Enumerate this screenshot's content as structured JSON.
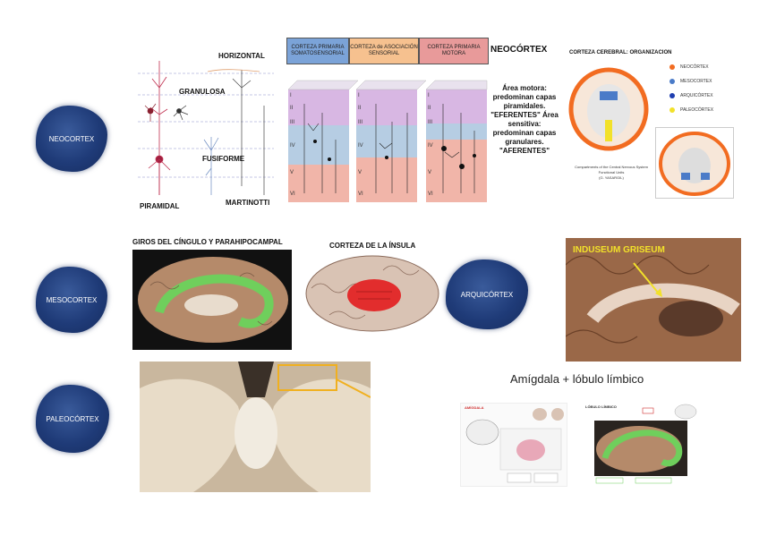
{
  "blobs": {
    "neocortex": "NEOCORTEX",
    "mesocortex": "MESOCORTEX",
    "arquicortex": "ARQUICÓRTEX",
    "paleocortex": "PALEOCÓRTEX"
  },
  "neurons": {
    "horizontal": "HORIZONTAL",
    "granulosa": "GRANULOSA",
    "fusiforme": "FUSIFORME",
    "piramidal": "PIRAMIDAL",
    "martinotti": "MARTINOTTI"
  },
  "columns": {
    "headers": [
      "CORTEZA PRIMARIA SOMATOSENSORIAL",
      "CORTEZA de ASOCIACIÓN SENSORIAL",
      "CORTEZA PRIMARIA MOTORA"
    ],
    "header_colors": [
      "#7ba3d8",
      "#f6c18f",
      "#e89a9a"
    ],
    "neocortex_label": "NEOCÓRTEX",
    "description": "Área motora: predominan capas piramidales. \"EFERENTES\" Área sensitiva: predominan capas granulares. \"AFERENTES\"",
    "romans": [
      "I",
      "II",
      "III",
      "IV",
      "V",
      "VI"
    ]
  },
  "organization": {
    "title": "CORTEZA CEREBRAL: ORGANIZACION",
    "legend": [
      {
        "label": "NEOCÓRTEX",
        "color": "#f26c21"
      },
      {
        "label": "MESOCORTEX",
        "color": "#4a7bc8"
      },
      {
        "label": "ARQUICÓRTEX",
        "color": "#1f3fb0"
      },
      {
        "label": "PALEOCÓRTEX",
        "color": "#f2e12a"
      }
    ],
    "caption1": "Compartments of the Central Nervous System",
    "caption2": "Functional Units",
    "caption3": "(G. YASARGIL)"
  },
  "mesocortex": {
    "cingulo_title": "GIROS DEL CÍNGULO Y PARAHIPOCAMPAL",
    "insula_title": "CORTEZA DE LA ÍNSULA"
  },
  "arquicortex": {
    "induseum": "INDUSEUM GRISEUM"
  },
  "paleocortex": {
    "amigdala_title": "Amígdala + lóbulo límbico",
    "amigdala_label": "AMÍGDALA",
    "lobulo_label": "LÓBULO LÍMBICO"
  }
}
